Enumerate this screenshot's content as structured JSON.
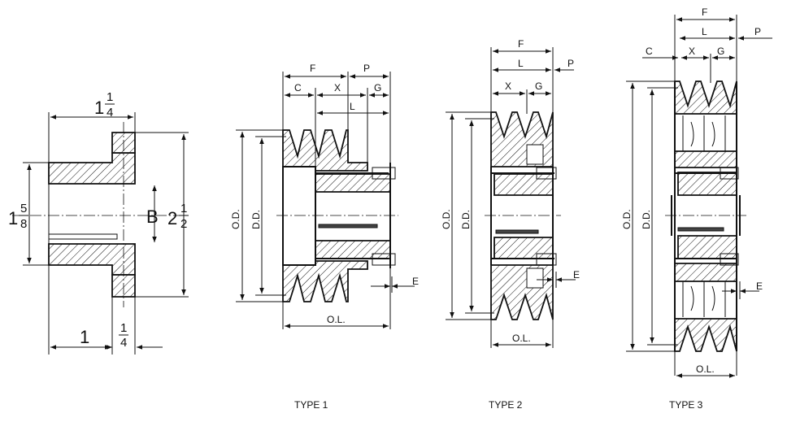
{
  "hub": {
    "dim_top_whole": "1",
    "dim_top_num": "1",
    "dim_top_den": "4",
    "dim_left_whole": "1",
    "dim_left_num": "5",
    "dim_left_den": "8",
    "dim_bore": "B",
    "dim_right_whole": "2",
    "dim_right_num": "1",
    "dim_right_den": "2",
    "dim_bottom_length": "1",
    "dim_bottom_num": "1",
    "dim_bottom_den": "4"
  },
  "labels": {
    "F": "F",
    "P": "P",
    "L": "L",
    "C": "C",
    "X": "X",
    "G": "G",
    "E": "E",
    "OD": "O.D.",
    "DD": "D.D.",
    "OL": "O.L."
  },
  "captions": {
    "type1": "TYPE 1",
    "type2": "TYPE 2",
    "type3": "TYPE 3"
  }
}
